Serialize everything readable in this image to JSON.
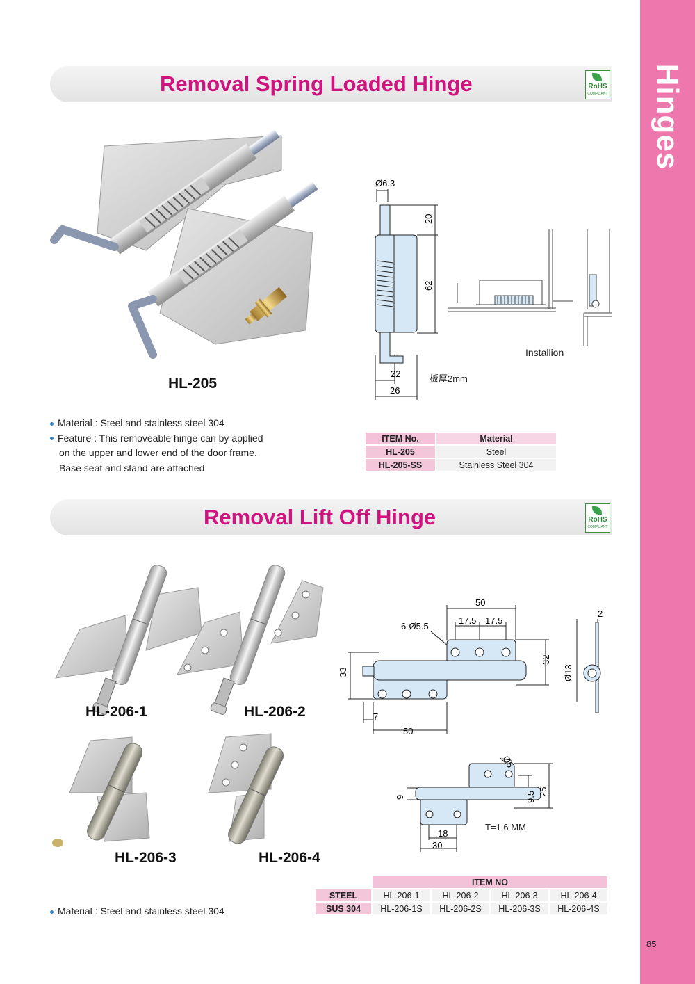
{
  "side_tab": {
    "label": "Hinges"
  },
  "page_number": "85",
  "section1": {
    "title": "Removal Spring Loaded Hinge",
    "rohs": {
      "text": "RoHS",
      "sub": "COMPLIANT"
    },
    "model": "HL-205",
    "drawing": {
      "dia": "Ø6.3",
      "d20": "20",
      "d62": "62",
      "d22": "22",
      "d26": "26",
      "thickness": "板厚2mm",
      "installation": "Installion"
    },
    "bullets": {
      "material": "Material : Steel and stainless steel 304",
      "feature1": "Feature : This removeable hinge can by applied",
      "feature2": "on the upper and lower end of the door frame.",
      "feature3": "Base seat and stand are attached"
    },
    "table": {
      "headers": [
        "ITEM No.",
        "Material"
      ],
      "rows": [
        [
          "HL-205",
          "Steel"
        ],
        [
          "HL-205-SS",
          "Stainless Steel 304"
        ]
      ]
    }
  },
  "section2": {
    "title": "Removal Lift Off Hinge",
    "rohs": {
      "text": "RoHS",
      "sub": "COMPLIANT"
    },
    "models": [
      "HL-206-1",
      "HL-206-2",
      "HL-206-3",
      "HL-206-4"
    ],
    "drawing1": {
      "d50top": "50",
      "d175a": "17.5",
      "d175b": "17.5",
      "holes": "6-Ø5.5",
      "d33": "33",
      "d32": "32",
      "d7": "7",
      "d50bot": "50",
      "dia13": "Ø13",
      "d2": "2"
    },
    "drawing2": {
      "dia5": "Ø5",
      "d9": "9",
      "d95": "9.5",
      "d25": "25",
      "d18": "18",
      "d30": "30",
      "thickness": "T=1.6 MM"
    },
    "bullet": "Material : Steel and stainless steel 304",
    "table": {
      "header": "ITEM NO",
      "rows": [
        {
          "label": "STEEL",
          "items": [
            "HL-206-1",
            "HL-206-2",
            "HL-206-3",
            "HL-206-4"
          ]
        },
        {
          "label": "SUS 304",
          "items": [
            "HL-206-1S",
            "HL-206-2S",
            "HL-206-3S",
            "HL-206-4S"
          ]
        }
      ]
    }
  },
  "colors": {
    "accent": "#d0147f",
    "side_tab": "#ee77ad",
    "part_fill": "#d6e8f5"
  }
}
